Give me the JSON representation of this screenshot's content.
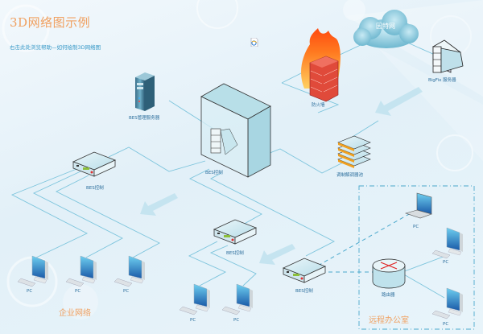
{
  "header": {
    "title": "3D网络图示例",
    "subtitle": "右击此处浏览帮助—如何绘制3D网络图"
  },
  "colors": {
    "title": "#f0a060",
    "subtitle": "#3a9ac8",
    "link_line": "#7cc4dc",
    "label": "#2c6e9c"
  },
  "nodes": {
    "internet": {
      "label": "因特网",
      "icon": "cloud-icon"
    },
    "firewall": {
      "label": "防火墙",
      "icon": "firewall-icon"
    },
    "bigfix_server": {
      "label": "BigFix 服务器",
      "icon": "server-tower-icon"
    },
    "bes_mgmt_server": {
      "label": "BES管理服务器",
      "icon": "server-icon"
    },
    "bes_core": {
      "label": "BES控制",
      "icon": "datacenter-box-icon"
    },
    "modem_pool": {
      "label": "调制解调器池",
      "icon": "modem-pool-icon"
    },
    "bes_left": {
      "label": "BES控制",
      "icon": "switch-icon"
    },
    "bes_mid": {
      "label": "BES控制",
      "icon": "switch-icon"
    },
    "bes_right": {
      "label": "BES控制",
      "icon": "switch-icon"
    },
    "router": {
      "label": "路由器",
      "icon": "router-icon"
    },
    "pc_label": "PC"
  },
  "groups": {
    "enterprise": "企业网络",
    "remote_office": "远程办公室"
  },
  "help_link_icon": "ie-document-icon"
}
